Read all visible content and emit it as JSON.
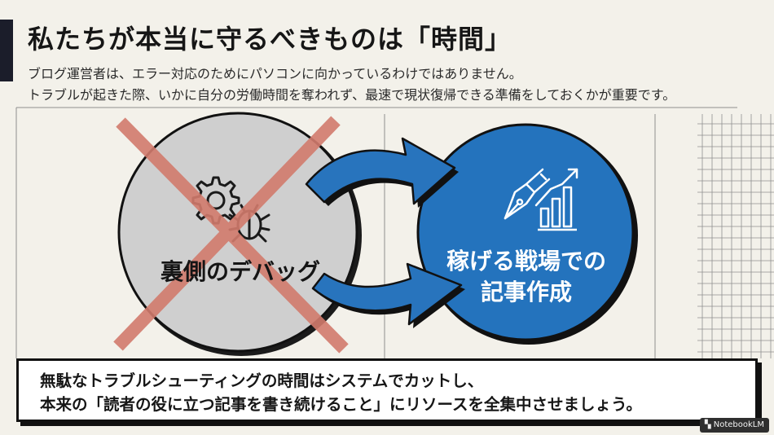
{
  "header": {
    "title": "私たちが本当に守るべきものは「時間」",
    "subtitle_line1": "ブログ運営者は、エラー対応のためにパソコンに向かっているわけではありません。",
    "subtitle_line2": "トラブルが起きた際、いかに自分の労働時間を奪われず、最速で現状復帰できる準備をしておくかが重要です。"
  },
  "diagram": {
    "left_node": {
      "label": "裏側のデバッグ",
      "icons": [
        "gear-icon",
        "bug-icon",
        "cross-out-mark"
      ],
      "fill": "#cfcfcf",
      "cross_color": "#d27b6d"
    },
    "right_node": {
      "label_line1": "稼げる戦場での",
      "label_line2": "記事作成",
      "icons": [
        "pen-nib-icon",
        "growth-chart-icon"
      ],
      "fill": "#2473bd"
    },
    "arrow_color": "#2874bd"
  },
  "callout": {
    "line1": "無駄なトラブルシューティングの時間はシステムでカットし、",
    "line2": "本来の「読者の役に立つ記事を書き続けること」にリソースを全集中させましょう。"
  },
  "watermark": {
    "text": "NotebookLM"
  }
}
